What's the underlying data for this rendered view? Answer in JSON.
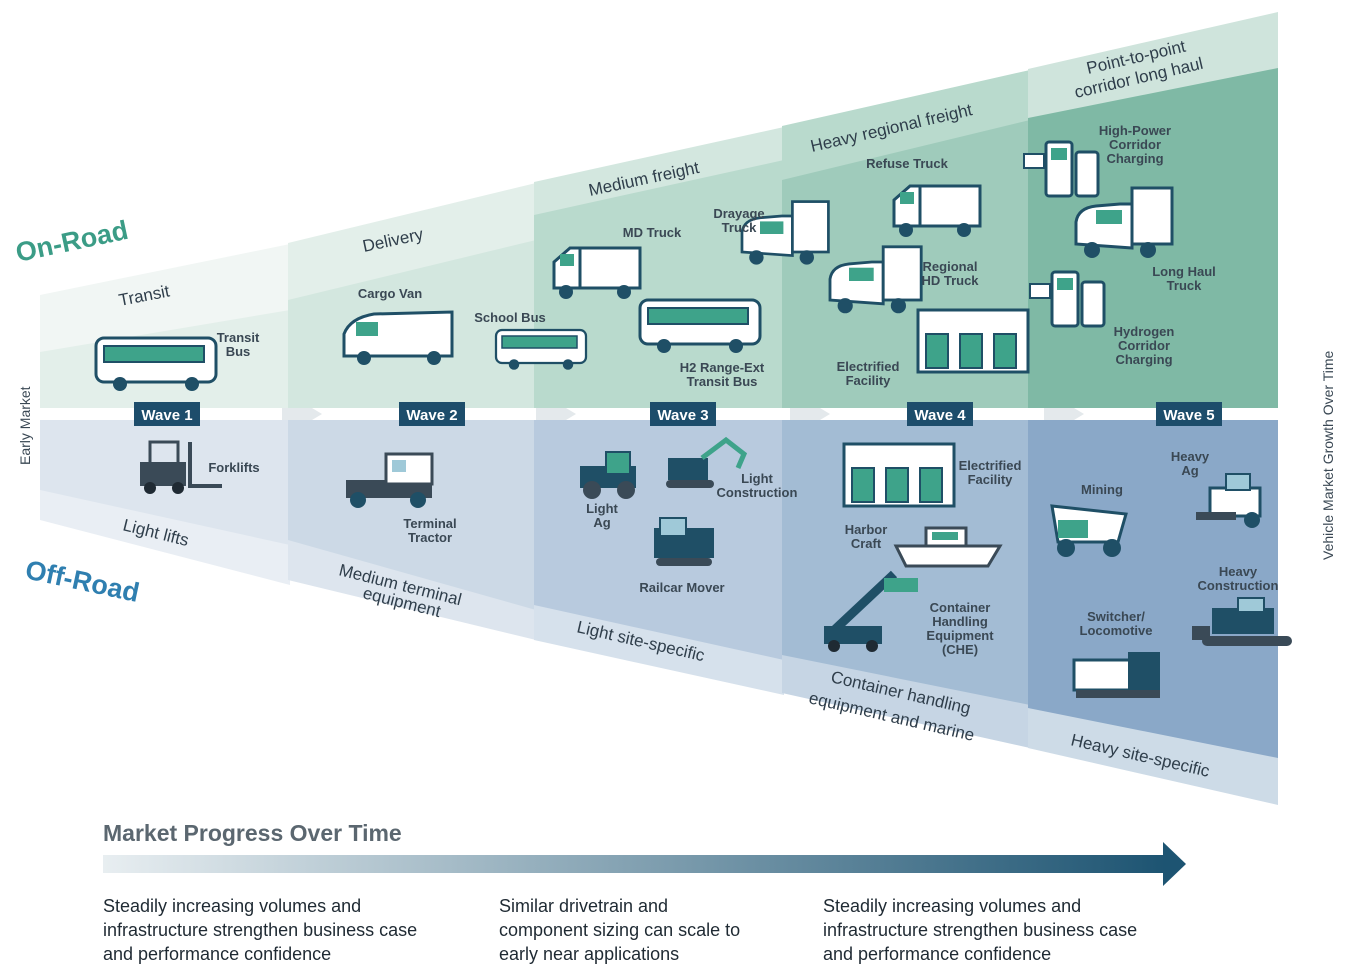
{
  "on_road_label": "On-Road",
  "off_road_label": "Off-Road",
  "early_market_label": "Early Market",
  "vehicle_growth_label": "Vehicle Market Growth Over Time",
  "waves": [
    "Wave 1",
    "Wave 2",
    "Wave 3",
    "Wave 4",
    "Wave 5"
  ],
  "on_road_segments": [
    "Transit",
    "Delivery",
    "Medium freight",
    "Heavy regional freight",
    "Point-to-point",
    "corridor long haul"
  ],
  "off_road_segments": [
    "Light lifts",
    "Medium terminal",
    "equipment",
    "Light site-specific",
    "Container handling",
    "equipment and marine",
    "Heavy site-specific"
  ],
  "on_road_vehicles": {
    "transit_bus": [
      "Transit",
      "Bus"
    ],
    "cargo_van": "Cargo Van",
    "school_bus": "School Bus",
    "md_truck": "MD Truck",
    "drayage_truck": [
      "Drayage",
      "Truck"
    ],
    "h2_bus": [
      "H2 Range-Ext",
      "Transit Bus"
    ],
    "refuse_truck": "Refuse Truck",
    "regional_hd_truck": [
      "Regional",
      "HD Truck"
    ],
    "electrified_facility": [
      "Electrified",
      "Facility"
    ],
    "hp_charging": [
      "High-Power",
      "Corridor",
      "Charging"
    ],
    "long_haul_truck": [
      "Long Haul",
      "Truck"
    ],
    "hydrogen_charging": [
      "Hydrogen",
      "Corridor",
      "Charging"
    ]
  },
  "off_road_vehicles": {
    "forklifts": "Forklifts",
    "terminal_tractor": [
      "Terminal",
      "Tractor"
    ],
    "light_ag": [
      "Light",
      "Ag"
    ],
    "light_construction": [
      "Light",
      "Construction"
    ],
    "railcar_mover": "Railcar Mover",
    "electrified_facility": [
      "Electrified",
      "Facility"
    ],
    "harbor_craft": [
      "Harbor",
      "Craft"
    ],
    "che": [
      "Container",
      "Handling",
      "Equipment",
      "(CHE)"
    ],
    "mining": "Mining",
    "heavy_ag": [
      "Heavy",
      "Ag"
    ],
    "heavy_construction": [
      "Heavy",
      "Construction"
    ],
    "switcher": [
      "Switcher/",
      "Locomotive"
    ]
  },
  "market_progress_title": "Market Progress Over Time",
  "descriptions": [
    [
      "Steadily increasing volumes and",
      "infrastructure strengthen business case",
      "and performance confidence"
    ],
    [
      "Similar drivetrain and",
      "component sizing can scale to",
      "early near applications"
    ],
    [
      "Steadily increasing volumes and",
      "infrastructure strengthen business case",
      "and performance confidence"
    ]
  ],
  "colors": {
    "on_road_title": "#3b9c86",
    "off_road_title": "#2f7fb0",
    "wave_badge": "#1d4d6b",
    "arrow": "#1d5472",
    "vehicle": "#1f4f66",
    "vehicle_accent": "#3ea38a"
  }
}
